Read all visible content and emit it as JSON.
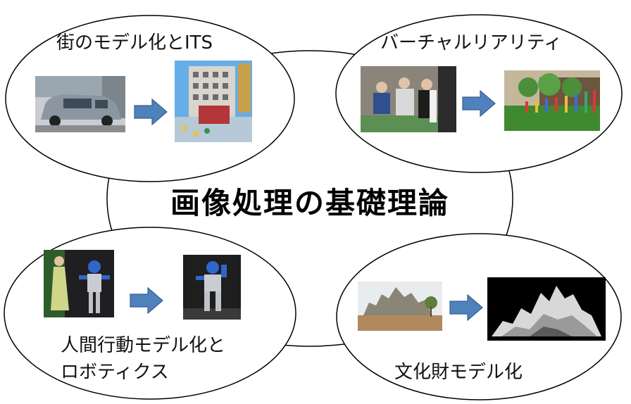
{
  "center": {
    "title": "画像処理の基礎理論"
  },
  "nodes": {
    "top_left": {
      "label": "街のモデル化とITS"
    },
    "top_right": {
      "label": "バーチャルリアリティ"
    },
    "bottom_left": {
      "label_line1": "人間行動モデル化と",
      "label_line2": "ロボティクス"
    },
    "bottom_right": {
      "label": "文化財モデル化"
    }
  },
  "colors": {
    "arrow_fill": "#4f81bd",
    "arrow_stroke": "#385d8a",
    "outline": "#000000"
  }
}
